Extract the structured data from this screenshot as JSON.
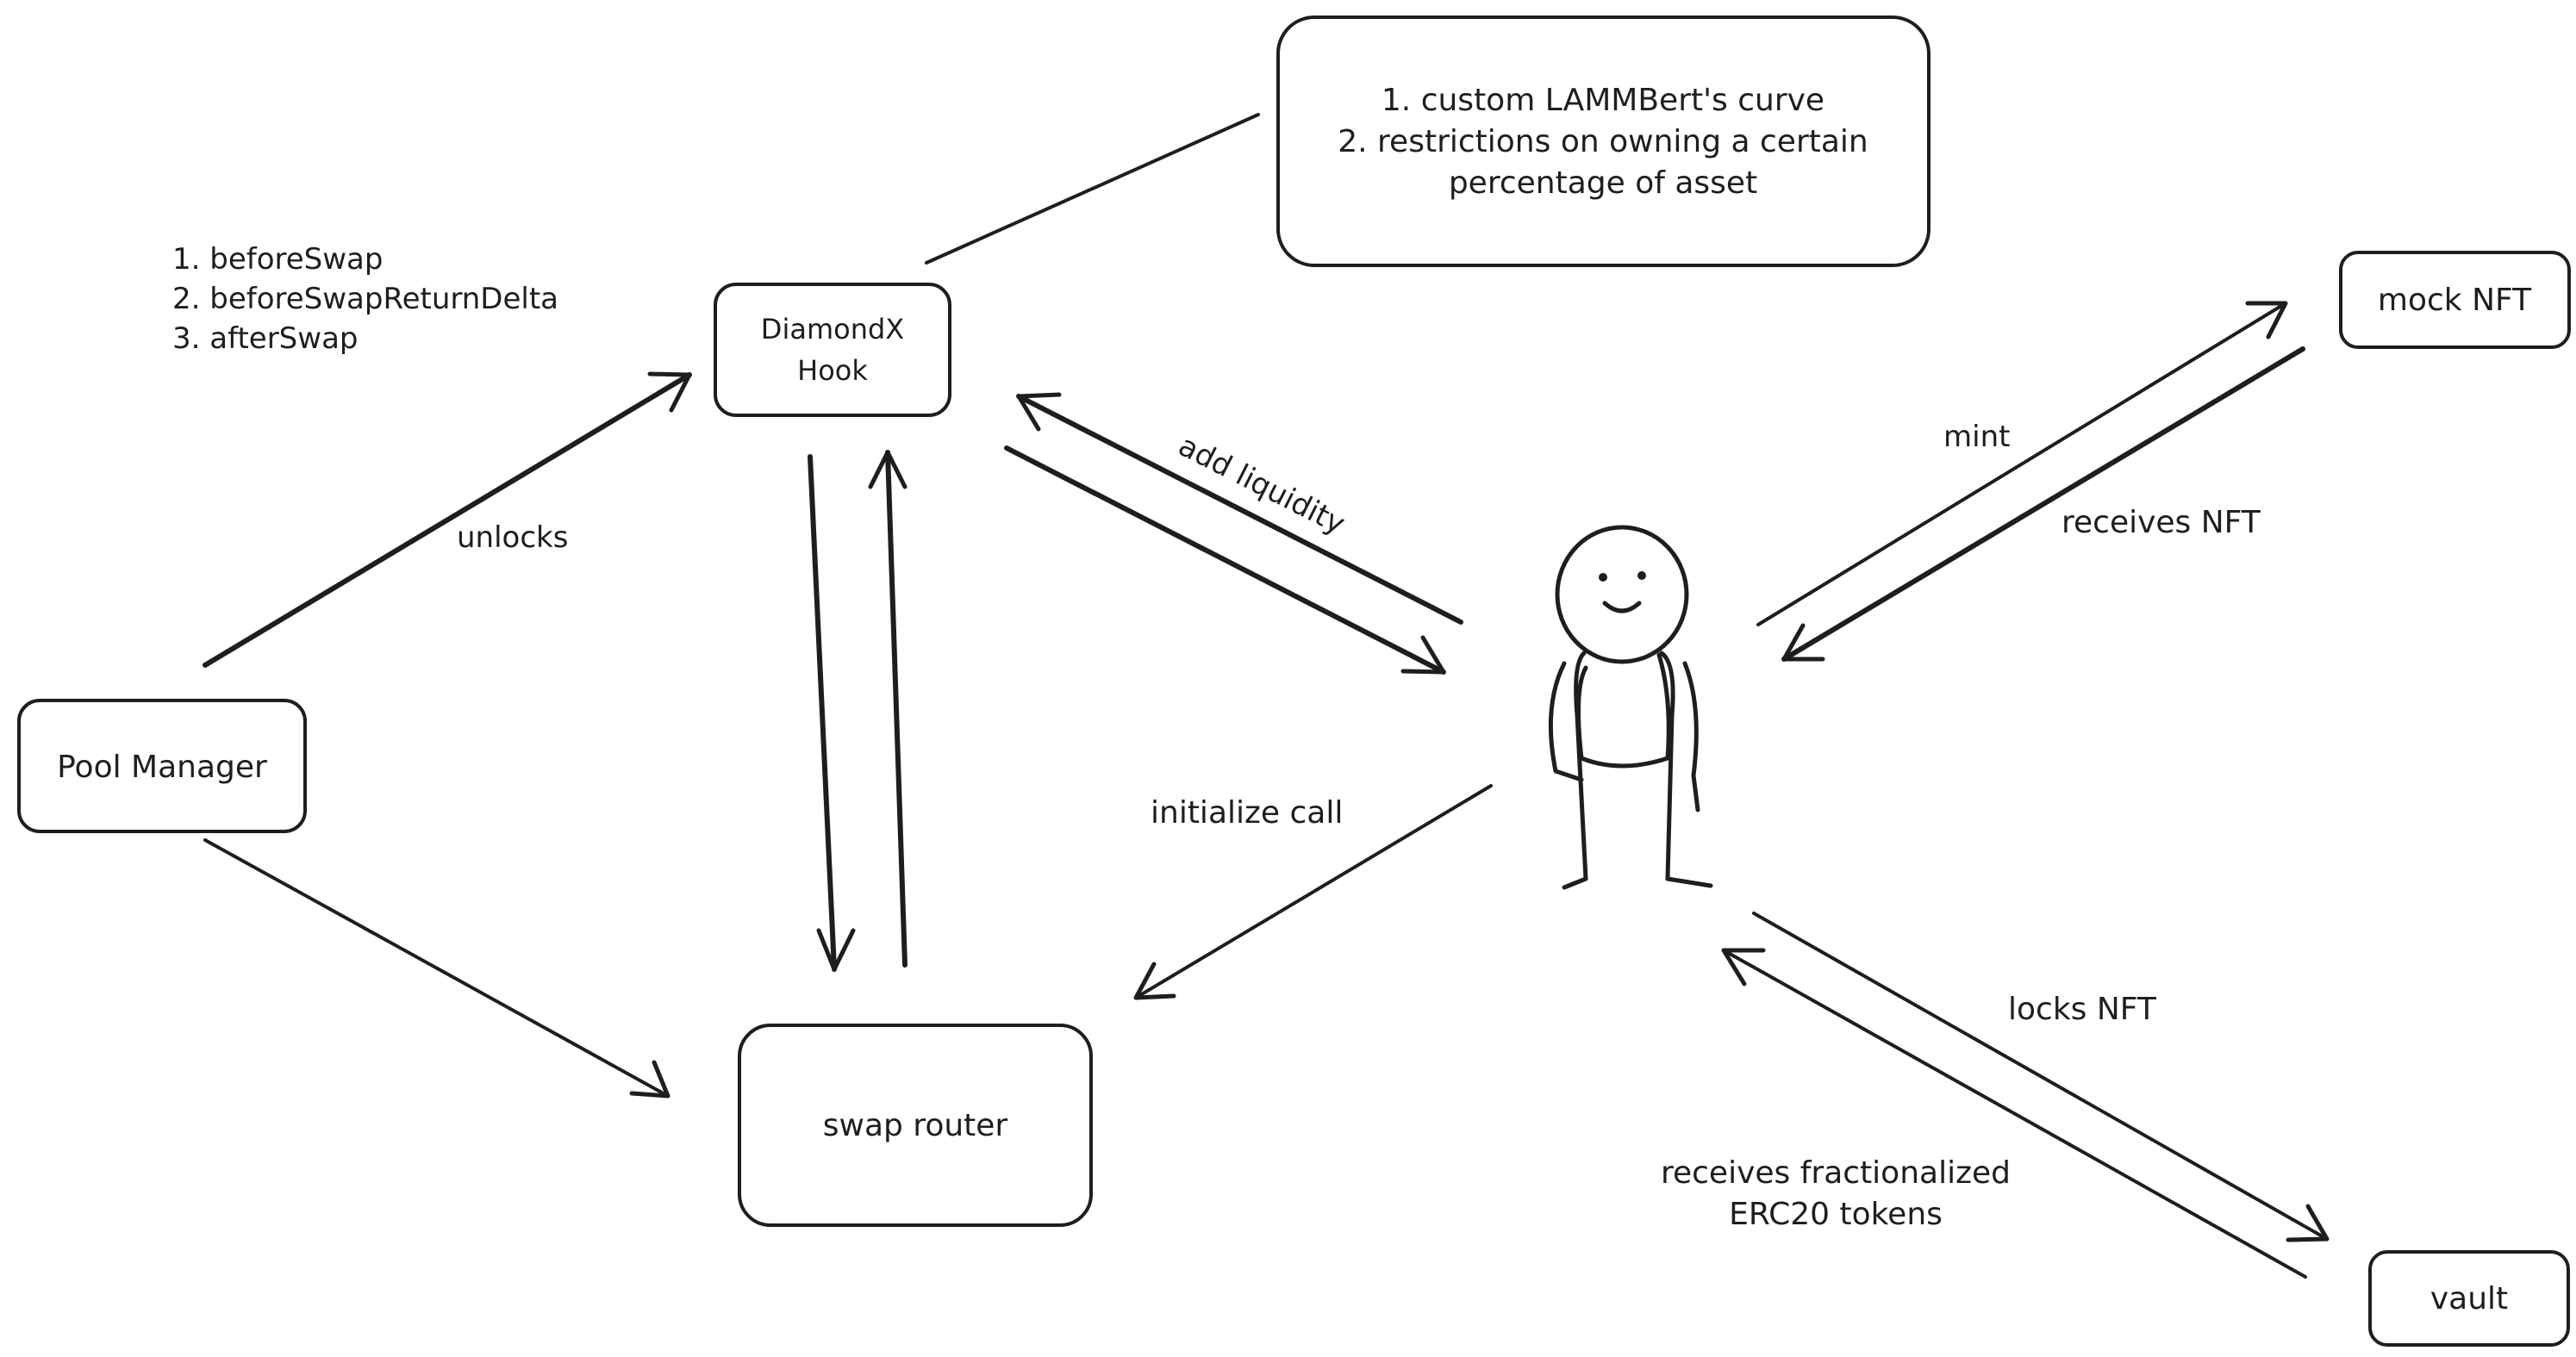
{
  "colors": {
    "ink": "#1e1e1e",
    "background": "#ffffff"
  },
  "nodes": {
    "pool_manager": "Pool Manager",
    "diamondx_hook": [
      "DiamondX",
      "Hook"
    ],
    "swap_router": "swap router",
    "mock_nft": "mock NFT",
    "vault": "vault"
  },
  "notes": {
    "hook_features": [
      "1. custom LAMMBert's curve",
      "2. restrictions on owning a certain",
      "percentage of asset"
    ],
    "hook_callbacks": [
      "1. beforeSwap",
      "2. beforeSwapReturnDelta",
      "3. afterSwap"
    ]
  },
  "edge_labels": {
    "unlocks": "unlocks",
    "add_liquidity": "add liquidity",
    "initialize_call": "initialize call",
    "mint": "mint",
    "receives_nft": "receives NFT",
    "locks_nft": "locks NFT",
    "receives_tokens": [
      "receives fractionalized",
      "ERC20 tokens"
    ]
  },
  "actor": {
    "icon": "stick-figure-user-icon"
  }
}
